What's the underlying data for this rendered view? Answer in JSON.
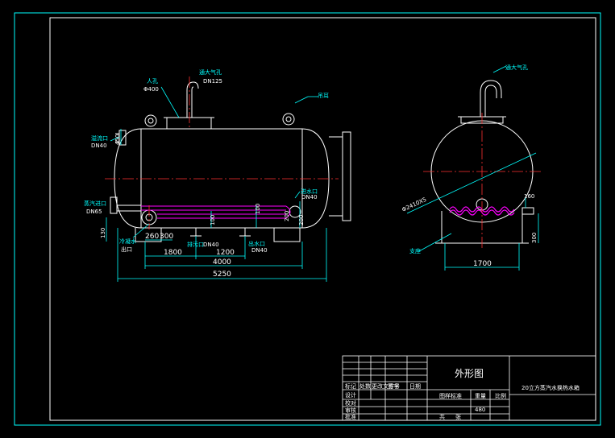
{
  "labels": {
    "manhole": "人孔",
    "manhole_size": "Φ400",
    "vent_left": "通大气孔",
    "vent_size": "DN125",
    "lifting_lug": "吊耳",
    "overflow": "溢流口",
    "overflow_size": "DN40",
    "steam_inlet": "蒸汽进口",
    "steam_size": "DN65",
    "condensate": "冷凝水",
    "condensate_out": "出口",
    "drain": "排污口",
    "drain_size": "DN40",
    "water_inlet": "进水口",
    "water_inlet_size": "DN40",
    "water_outlet": "出水口",
    "water_outlet_size": "DN40",
    "vent_right": "通大气孔",
    "support": "支座",
    "shell_dia": "Φ2410X5",
    "dim_5250": "5250",
    "dim_4000": "4000",
    "dim_1800": "1800",
    "dim_1200": "1200",
    "dim_1700": "1700",
    "dim_260": "260",
    "dim_300": "300",
    "dim_130": "130",
    "dim_300v": "300",
    "dim_450": "450",
    "dim_100a": "100",
    "dim_100b": "100",
    "dim_200": "200",
    "dim_160": "160",
    "dim_200r": "200"
  },
  "title_block": {
    "drawing_name": "外形图",
    "project_name": "20立方蒸汽水换热水箱",
    "std": "图样标准",
    "weight_label": "重量",
    "scale_label": "比例",
    "weight_value": "480",
    "sheet_label": "共",
    "sheet_of": "张",
    "revise": "标记",
    "count": "处数",
    "doc": "更改文件号",
    "sign": "签字",
    "date": "日期",
    "design": "设计",
    "check": "校对",
    "review": "审核",
    "approve": "批准"
  },
  "colors": {
    "frame": "#00ffff",
    "outline": "#ffffff",
    "centerline": "#ff3030",
    "coil": "#ff00ff",
    "dimension": "#00ffff"
  }
}
